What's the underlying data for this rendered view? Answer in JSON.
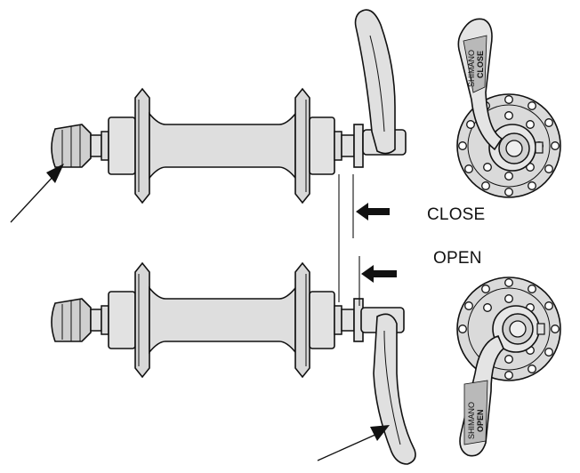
{
  "labels": {
    "close": "CLOSE",
    "open": "OPEN"
  },
  "lever_text": {
    "closed_brand": "SHIMANO",
    "closed_state": "CLOSE",
    "open_brand": "SHIMANO",
    "open_state": "OPEN"
  },
  "colors": {
    "line": "#111111",
    "fill": "#dcdcdc",
    "shadow": "#b9b9b9",
    "paper": "#ffffff"
  }
}
